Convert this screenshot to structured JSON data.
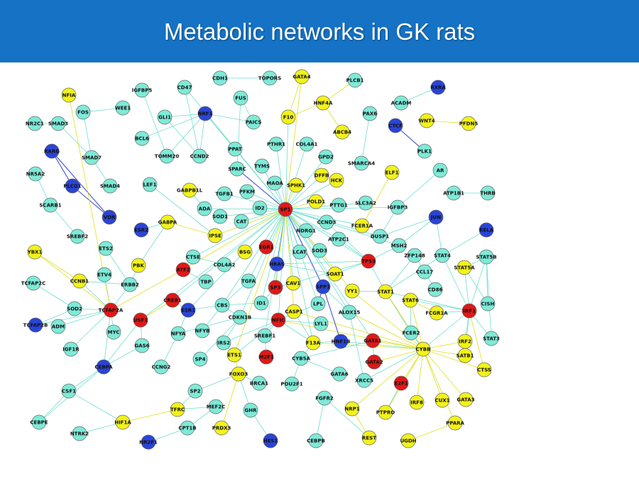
{
  "title": "Metabolic networks in GK rats",
  "colors": {
    "header": "#1572c4",
    "cyan": "#7eead8",
    "yellow": "#f2f21a",
    "red": "#e01818",
    "blue": "#2a44d6",
    "edge_cyan": "#6fdfd0",
    "edge_yellow": "#e0e020",
    "edge_blue": "#3344cc"
  },
  "nodes": [
    {
      "id": "CDH1",
      "c": "cyan"
    },
    {
      "id": "TOPORS",
      "c": "cyan"
    },
    {
      "id": "GATA4",
      "c": "yellow"
    },
    {
      "id": "PLCB1",
      "c": "cyan"
    },
    {
      "id": "NFIA",
      "c": "yellow"
    },
    {
      "id": "IGFBP5",
      "c": "cyan"
    },
    {
      "id": "CD47",
      "c": "cyan"
    },
    {
      "id": "FUS",
      "c": "cyan"
    },
    {
      "id": "HNF4A",
      "c": "yellow"
    },
    {
      "id": "RXRA",
      "c": "blue"
    },
    {
      "id": "ACADM",
      "c": "cyan"
    },
    {
      "id": "PAX6",
      "c": "cyan"
    },
    {
      "id": "NR2C1",
      "c": "cyan"
    },
    {
      "id": "SMAD3",
      "c": "cyan"
    },
    {
      "id": "FOS",
      "c": "cyan"
    },
    {
      "id": "WEE1",
      "c": "cyan"
    },
    {
      "id": "GLI1",
      "c": "cyan"
    },
    {
      "id": "NRF1",
      "c": "blue"
    },
    {
      "id": "PAICS",
      "c": "cyan"
    },
    {
      "id": "F10",
      "c": "yellow"
    },
    {
      "id": "WNT4",
      "c": "yellow"
    },
    {
      "id": "PFDN5",
      "c": "yellow"
    },
    {
      "id": "CTCF",
      "c": "blue"
    },
    {
      "id": "BCL6",
      "c": "cyan"
    },
    {
      "id": "PPAT",
      "c": "cyan"
    },
    {
      "id": "PTHR1",
      "c": "cyan"
    },
    {
      "id": "COL4A1",
      "c": "cyan"
    },
    {
      "id": "ABCB4",
      "c": "yellow"
    },
    {
      "id": "PLK1",
      "c": "cyan"
    },
    {
      "id": "RARG",
      "c": "blue"
    },
    {
      "id": "SMAD7",
      "c": "cyan"
    },
    {
      "id": "TOMM20",
      "c": "cyan"
    },
    {
      "id": "CCND2",
      "c": "cyan"
    },
    {
      "id": "TYMS",
      "c": "cyan"
    },
    {
      "id": "GPD2",
      "c": "cyan"
    },
    {
      "id": "SMARCA4",
      "c": "cyan"
    },
    {
      "id": "SPARC",
      "c": "cyan"
    },
    {
      "id": "NR5A2",
      "c": "cyan"
    },
    {
      "id": "ELF1",
      "c": "yellow"
    },
    {
      "id": "AR",
      "c": "cyan"
    },
    {
      "id": "DFFB",
      "c": "yellow"
    },
    {
      "id": "HCK",
      "c": "yellow"
    },
    {
      "id": "PLCG1",
      "c": "blue"
    },
    {
      "id": "SMAD4",
      "c": "cyan"
    },
    {
      "id": "LEF1",
      "c": "cyan"
    },
    {
      "id": "GABPB1L",
      "c": "yellow"
    },
    {
      "id": "MAOA",
      "c": "cyan"
    },
    {
      "id": "SPHK1",
      "c": "yellow"
    },
    {
      "id": "TGFB1",
      "c": "cyan"
    },
    {
      "id": "PFKM",
      "c": "cyan"
    },
    {
      "id": "ATP1B1",
      "c": "cyan"
    },
    {
      "id": "THRB",
      "c": "cyan"
    },
    {
      "id": "SCARB1",
      "c": "cyan"
    },
    {
      "id": "POLD1",
      "c": "yellow"
    },
    {
      "id": "SLC3A2",
      "c": "cyan"
    },
    {
      "id": "IGFBP3",
      "c": "cyan"
    },
    {
      "id": "ADA",
      "c": "cyan"
    },
    {
      "id": "ID2",
      "c": "cyan"
    },
    {
      "id": "SP1",
      "c": "red"
    },
    {
      "id": "PTTG1",
      "c": "cyan"
    },
    {
      "id": "JUN",
      "c": "blue"
    },
    {
      "id": "VDR",
      "c": "blue"
    },
    {
      "id": "SOD1",
      "c": "cyan"
    },
    {
      "id": "SREBF2",
      "c": "cyan"
    },
    {
      "id": "GABPA",
      "c": "yellow"
    },
    {
      "id": "ESR2",
      "c": "blue"
    },
    {
      "id": "CAT",
      "c": "cyan"
    },
    {
      "id": "CCND3",
      "c": "cyan"
    },
    {
      "id": "FCER1A",
      "c": "yellow"
    },
    {
      "id": "RELA",
      "c": "blue"
    },
    {
      "id": "NDRG1",
      "c": "cyan"
    },
    {
      "id": "DUSP1",
      "c": "cyan"
    },
    {
      "id": "IPSE",
      "c": "yellow"
    },
    {
      "id": "ATP2C1",
      "c": "cyan"
    },
    {
      "id": "ETS2",
      "c": "cyan"
    },
    {
      "id": "EGR1",
      "c": "red"
    },
    {
      "id": "MSH2",
      "c": "cyan"
    },
    {
      "id": "ZFP148",
      "c": "cyan"
    },
    {
      "id": "STAT4",
      "c": "cyan"
    },
    {
      "id": "STAT5B",
      "c": "cyan"
    },
    {
      "id": "YBX1",
      "c": "yellow"
    },
    {
      "id": "BSG",
      "c": "yellow"
    },
    {
      "id": "LCAT",
      "c": "cyan"
    },
    {
      "id": "SOD3",
      "c": "cyan"
    },
    {
      "id": "CTSE",
      "c": "cyan"
    },
    {
      "id": "TP53",
      "c": "red"
    },
    {
      "id": "PBK",
      "c": "yellow"
    },
    {
      "id": "COL4A2",
      "c": "cyan"
    },
    {
      "id": "HRAS",
      "c": "blue"
    },
    {
      "id": "STAT5A",
      "c": "yellow"
    },
    {
      "id": "ATF2",
      "c": "red"
    },
    {
      "id": "CCL17",
      "c": "cyan"
    },
    {
      "id": "ETV4",
      "c": "cyan"
    },
    {
      "id": "TGFA",
      "c": "cyan"
    },
    {
      "id": "SOAT1",
      "c": "yellow"
    },
    {
      "id": "CCNB1",
      "c": "yellow"
    },
    {
      "id": "CAV1",
      "c": "yellow"
    },
    {
      "id": "ERBB2",
      "c": "cyan"
    },
    {
      "id": "TBP",
      "c": "cyan"
    },
    {
      "id": "SPP1",
      "c": "blue"
    },
    {
      "id": "CD86",
      "c": "cyan"
    },
    {
      "id": "TCFAP2C",
      "c": "cyan"
    },
    {
      "id": "SP3",
      "c": "red"
    },
    {
      "id": "YY1",
      "c": "yellow"
    },
    {
      "id": "STAT1",
      "c": "yellow"
    },
    {
      "id": "STAT6",
      "c": "yellow"
    },
    {
      "id": "IRF1",
      "c": "red"
    },
    {
      "id": "CISH",
      "c": "cyan"
    },
    {
      "id": "CREB1",
      "c": "red"
    },
    {
      "id": "SOD2",
      "c": "cyan"
    },
    {
      "id": "TCFAP2A",
      "c": "red"
    },
    {
      "id": "ESR1",
      "c": "blue"
    },
    {
      "id": "CBS",
      "c": "cyan"
    },
    {
      "id": "ID1",
      "c": "cyan"
    },
    {
      "id": "LPL",
      "c": "cyan"
    },
    {
      "id": "CASP1",
      "c": "yellow"
    },
    {
      "id": "ALOX15",
      "c": "cyan"
    },
    {
      "id": "FCGR1A",
      "c": "yellow"
    },
    {
      "id": "TCFAP2B",
      "c": "blue"
    },
    {
      "id": "ADM",
      "c": "cyan"
    },
    {
      "id": "USF1",
      "c": "red"
    },
    {
      "id": "NFYA",
      "c": "cyan"
    },
    {
      "id": "CDKN1B",
      "c": "cyan"
    },
    {
      "id": "NFIC",
      "c": "red"
    },
    {
      "id": "LYL1",
      "c": "cyan"
    },
    {
      "id": "MYC",
      "c": "cyan"
    },
    {
      "id": "NFYB",
      "c": "cyan"
    },
    {
      "id": "FCER2",
      "c": "cyan"
    },
    {
      "id": "STAT3",
      "c": "cyan"
    },
    {
      "id": "SREBF1",
      "c": "cyan"
    },
    {
      "id": "F13A",
      "c": "yellow"
    },
    {
      "id": "GATA1",
      "c": "red"
    },
    {
      "id": "IRF2",
      "c": "yellow"
    },
    {
      "id": "IGF1R",
      "c": "cyan"
    },
    {
      "id": "GAS6",
      "c": "cyan"
    },
    {
      "id": "IRS2",
      "c": "cyan"
    },
    {
      "id": "HNF1B",
      "c": "blue"
    },
    {
      "id": "CYBB",
      "c": "yellow"
    },
    {
      "id": "ETS1",
      "c": "yellow"
    },
    {
      "id": "M2F1",
      "c": "red"
    },
    {
      "id": "CYB5A",
      "c": "cyan"
    },
    {
      "id": "GATA2",
      "c": "red"
    },
    {
      "id": "SATB1",
      "c": "yellow"
    },
    {
      "id": "CEBPA",
      "c": "blue"
    },
    {
      "id": "CCNG2",
      "c": "cyan"
    },
    {
      "id": "SP4",
      "c": "cyan"
    },
    {
      "id": "FOXO3",
      "c": "yellow"
    },
    {
      "id": "CTSS",
      "c": "yellow"
    },
    {
      "id": "BRCA1",
      "c": "cyan"
    },
    {
      "id": "POU2F1",
      "c": "cyan"
    },
    {
      "id": "GATA6",
      "c": "cyan"
    },
    {
      "id": "XRCC5",
      "c": "cyan"
    },
    {
      "id": "E2F1",
      "c": "red"
    },
    {
      "id": "CSF1",
      "c": "cyan"
    },
    {
      "id": "SP2",
      "c": "cyan"
    },
    {
      "id": "FGFR2",
      "c": "cyan"
    },
    {
      "id": "IRF8",
      "c": "yellow"
    },
    {
      "id": "CUX1",
      "c": "yellow"
    },
    {
      "id": "GATA3",
      "c": "yellow"
    },
    {
      "id": "MEF2C",
      "c": "cyan"
    },
    {
      "id": "TFRC",
      "c": "yellow"
    },
    {
      "id": "NRP1",
      "c": "yellow"
    },
    {
      "id": "PTPRO",
      "c": "yellow"
    },
    {
      "id": "GHR",
      "c": "cyan"
    },
    {
      "id": "CEBPE",
      "c": "cyan"
    },
    {
      "id": "HIF1A",
      "c": "yellow"
    },
    {
      "id": "CPT1B",
      "c": "cyan"
    },
    {
      "id": "PRDX3",
      "c": "yellow"
    },
    {
      "id": "PPARA",
      "c": "yellow"
    },
    {
      "id": "NTRK2",
      "c": "cyan"
    },
    {
      "id": "NR2F1",
      "c": "blue"
    },
    {
      "id": "HES1",
      "c": "blue"
    },
    {
      "id": "CEBPB",
      "c": "cyan"
    },
    {
      "id": "REST",
      "c": "yellow"
    },
    {
      "id": "UGDH",
      "c": "yellow"
    }
  ],
  "edges": [
    [
      "SP1",
      "SPARC",
      "blue"
    ],
    [
      "SP1",
      "MAOA"
    ],
    [
      "SP1",
      "SPHK1",
      "yellow"
    ],
    [
      "SP1",
      "GATA4",
      "yellow"
    ],
    [
      "SP1",
      "DFFB"
    ],
    [
      "SP1",
      "HCK"
    ],
    [
      "SP1",
      "POLD1",
      "yellow"
    ],
    [
      "SP1",
      "PTTG1"
    ],
    [
      "SP1",
      "SLC3A2"
    ],
    [
      "SP1",
      "FCER1A"
    ],
    [
      "SP1",
      "DUSP1"
    ],
    [
      "SP1",
      "CCND3"
    ],
    [
      "SP1",
      "NDRG1"
    ],
    [
      "SP1",
      "ATP2C1"
    ],
    [
      "SP1",
      "SOD3"
    ],
    [
      "SP1",
      "LCAT"
    ],
    [
      "SP1",
      "HRAS",
      "blue"
    ],
    [
      "SP1",
      "SPP1",
      "blue"
    ],
    [
      "SP1",
      "CAV1"
    ],
    [
      "SP1",
      "SP3",
      "yellow"
    ],
    [
      "SP1",
      "ID2"
    ],
    [
      "SP1",
      "CAT"
    ],
    [
      "SP1",
      "SOD1"
    ],
    [
      "SP1",
      "ADA"
    ],
    [
      "SP1",
      "IPSE",
      "yellow"
    ],
    [
      "SP1",
      "BSG"
    ],
    [
      "SP1",
      "EGR1"
    ],
    [
      "SP1",
      "TGFA"
    ],
    [
      "SP1",
      "CTSE"
    ],
    [
      "SP1",
      "ATF2",
      "yellow"
    ],
    [
      "SP1",
      "TP53"
    ],
    [
      "SP1",
      "SOAT1"
    ],
    [
      "SP1",
      "CDKN1B"
    ],
    [
      "SP1",
      "NFIC"
    ],
    [
      "SP1",
      "ID1"
    ],
    [
      "SP1",
      "CBS"
    ],
    [
      "SP1",
      "PFKM"
    ],
    [
      "SP1",
      "TGFB1"
    ],
    [
      "SP1",
      "TYMS"
    ],
    [
      "SP1",
      "PTHR1"
    ],
    [
      "SP1",
      "COL4A1"
    ],
    [
      "SP1",
      "GPD2"
    ],
    [
      "SP1",
      "CASP1",
      "yellow"
    ],
    [
      "SP1",
      "LPL"
    ],
    [
      "SP1",
      "IGFBP3"
    ],
    [
      "SP1",
      "ESR1"
    ],
    [
      "SP1",
      "USF1"
    ],
    [
      "SP1",
      "CREB1"
    ],
    [
      "SP1",
      "YY1",
      "yellow"
    ],
    [
      "SP1",
      "F13A"
    ],
    [
      "SP1",
      "ALOX15"
    ],
    [
      "SP1",
      "CD47"
    ],
    [
      "SP1",
      "NRF1"
    ],
    [
      "SP1",
      "F10"
    ],
    [
      "SP1",
      "SREBF1"
    ],
    [
      "SP1",
      "ETS1",
      "yellow"
    ],
    [
      "SP1",
      "GATA1"
    ],
    [
      "SP1",
      "MSH2"
    ],
    [
      "SP1",
      "PPAT"
    ],
    [
      "TOPORS",
      "CDH1"
    ],
    [
      "HNF4A",
      "F10",
      "yellow"
    ],
    [
      "HNF4A",
      "ABCB4",
      "yellow"
    ],
    [
      "HNF4A",
      "PLCB1",
      "yellow"
    ],
    [
      "GATA4",
      "F10",
      "yellow"
    ],
    [
      "RXRA",
      "ACADM"
    ],
    [
      "CTCF",
      "PLK1",
      "blue"
    ],
    [
      "WNT4",
      "PFDN5",
      "yellow"
    ],
    [
      "PAX6",
      "SMARCA4"
    ],
    [
      "FOS",
      "WEE1"
    ],
    [
      "NR2C1",
      "SMAD3"
    ],
    [
      "SMAD3",
      "SMAD7"
    ],
    [
      "SMAD7",
      "FOS"
    ],
    [
      "SMAD7",
      "SMAD4"
    ],
    [
      "RARG",
      "PLCG1",
      "blue"
    ],
    [
      "VDR",
      "PLCG1",
      "blue"
    ],
    [
      "VDR",
      "RARG",
      "blue"
    ],
    [
      "NR5A2",
      "SCARB1"
    ],
    [
      "SCARB1",
      "SREBF2"
    ],
    [
      "NRF1",
      "TOMM20"
    ],
    [
      "NRF1",
      "CCND2"
    ],
    [
      "NRF1",
      "PAICS"
    ],
    [
      "NRF1",
      "PPAT"
    ],
    [
      "NRF1",
      "BCL6"
    ],
    [
      "NRF1",
      "GLI1"
    ],
    [
      "GLI1",
      "CCND2"
    ],
    [
      "IGFBP5",
      "TOMM20"
    ],
    [
      "CD47",
      "CCND2"
    ],
    [
      "FUS",
      "PAICS"
    ],
    [
      "FUS",
      "SPARC"
    ],
    [
      "GABPB1L",
      "ADA"
    ],
    [
      "LEF1",
      "IPSE"
    ],
    [
      "GABPA",
      "IPSE",
      "yellow"
    ],
    [
      "GABPA",
      "ESR2"
    ],
    [
      "GABPA",
      "PBK"
    ],
    [
      "ELF1",
      "FCER1A",
      "yellow"
    ],
    [
      "AR",
      "IGFBP3"
    ],
    [
      "JUN",
      "STAT4"
    ],
    [
      "JUN",
      "DUSP1"
    ],
    [
      "JUN",
      "MSH2"
    ],
    [
      "RELA",
      "STAT4"
    ],
    [
      "ATP1B1",
      "THRB"
    ],
    [
      "IGFBP3",
      "DUSP1"
    ],
    [
      "SLC3A2",
      "PTTG1"
    ],
    [
      "TP53",
      "HRAS"
    ],
    [
      "TP53",
      "CCND3"
    ],
    [
      "TP53",
      "MSH2"
    ],
    [
      "TP53",
      "SOAT1"
    ],
    [
      "TP53",
      "STAT1"
    ],
    [
      "TP53",
      "ATP2C1"
    ],
    [
      "TP53",
      "CAV1"
    ],
    [
      "STAT1",
      "IRF1"
    ],
    [
      "STAT1",
      "FCER2"
    ],
    [
      "STAT1",
      "YY1"
    ],
    [
      "STAT1",
      "CYBB",
      "yellow"
    ],
    [
      "STAT6",
      "FCER2"
    ],
    [
      "STAT6",
      "FCGR1A",
      "yellow"
    ],
    [
      "STAT6",
      "CYBB",
      "yellow"
    ],
    [
      "STAT6",
      "IRF1"
    ],
    [
      "STAT5A",
      "IRF1"
    ],
    [
      "STAT5A",
      "CISH"
    ],
    [
      "STAT5A",
      "STAT5B"
    ],
    [
      "STAT5B",
      "CISH"
    ],
    [
      "STAT5B",
      "STAT3"
    ],
    [
      "STAT5B",
      "IRF1"
    ],
    [
      "IRF1",
      "CTSS",
      "yellow"
    ],
    [
      "IRF1",
      "CYBB"
    ],
    [
      "IRF1",
      "STAT3"
    ],
    [
      "IRF1",
      "FCGR1A"
    ],
    [
      "IRF1",
      "IRF2"
    ],
    [
      "IRF1",
      "SATB1"
    ],
    [
      "ZFP148",
      "CCL17"
    ],
    [
      "ZFP148",
      "STAT1"
    ],
    [
      "STAT4",
      "STAT1"
    ],
    [
      "STAT4",
      "IRF1"
    ],
    [
      "CCL17",
      "CD86"
    ],
    [
      "CYBB",
      "IRF2",
      "yellow"
    ],
    [
      "CYBB",
      "SATB1",
      "yellow"
    ],
    [
      "CYBB",
      "CTSS",
      "yellow"
    ],
    [
      "CYBB",
      "IRF8",
      "yellow"
    ],
    [
      "CYBB",
      "CUX1",
      "yellow"
    ],
    [
      "CYBB",
      "GATA3",
      "yellow"
    ],
    [
      "CYBB",
      "PPARA",
      "yellow"
    ],
    [
      "CYBB",
      "GATA2",
      "yellow"
    ],
    [
      "CYBB",
      "GATA1",
      "yellow"
    ],
    [
      "CYBB",
      "PTPRO",
      "yellow"
    ],
    [
      "CYBB",
      "E2F1",
      "yellow"
    ],
    [
      "CYBB",
      "NRP1",
      "yellow"
    ],
    [
      "CYBB",
      "ALOX15",
      "yellow"
    ],
    [
      "CYBB",
      "CASP1",
      "yellow"
    ],
    [
      "CYBB",
      "YY1",
      "yellow"
    ],
    [
      "CYBB",
      "F13A",
      "yellow"
    ],
    [
      "CYBB",
      "NFIC",
      "yellow"
    ],
    [
      "CYBB",
      "FCER2"
    ],
    [
      "CYBB",
      "HNF1B"
    ],
    [
      "CYBB",
      "XRCC5"
    ],
    [
      "E2F1",
      "PTPRO"
    ],
    [
      "NRP1",
      "REST",
      "yellow"
    ],
    [
      "PPARA",
      "UGDH",
      "yellow"
    ],
    [
      "REST",
      "FGFR2"
    ],
    [
      "TCFAP2A",
      "SOD2"
    ],
    [
      "TCFAP2A",
      "ERBB2"
    ],
    [
      "TCFAP2A",
      "CCNB1"
    ],
    [
      "TCFAP2A",
      "ADM"
    ],
    [
      "TCFAP2A",
      "MYC"
    ],
    [
      "TCFAP2A",
      "IGF1R"
    ],
    [
      "TCFAP2A",
      "CEBPA"
    ],
    [
      "TCFAP2A",
      "ETV4"
    ],
    [
      "TCFAP2A",
      "ATF2",
      "yellow"
    ],
    [
      "TCFAP2A",
      "NFIA",
      "yellow"
    ],
    [
      "TCFAP2A",
      "YBX1",
      "yellow"
    ],
    [
      "TCFAP2A",
      "TCFAP2B"
    ],
    [
      "TCFAP2C",
      "SOD2"
    ],
    [
      "TCFAP2B",
      "SOD2"
    ],
    [
      "YBX1",
      "CCNB1",
      "yellow"
    ],
    [
      "ETS2",
      "ERBB2"
    ],
    [
      "PBK",
      "ERBB2"
    ],
    [
      "CCNB1",
      "ERBB2"
    ],
    [
      "USF1",
      "CEBPA"
    ],
    [
      "USF1",
      "GAS6"
    ],
    [
      "USF1",
      "CREB1",
      "yellow"
    ],
    [
      "CREB1",
      "ESR1"
    ],
    [
      "ESR1",
      "CBS"
    ],
    [
      "ESR1",
      "NFYA"
    ],
    [
      "CBS",
      "CDKN1B"
    ],
    [
      "CBS",
      "TGFA"
    ],
    [
      "CBS",
      "NFYB"
    ],
    [
      "CBS",
      "ID1"
    ],
    [
      "ATF2",
      "TBP"
    ],
    [
      "ATF2",
      "CTSE"
    ],
    [
      "CTSE",
      "COL4A2"
    ],
    [
      "SP3",
      "CAV1"
    ],
    [
      "SP3",
      "HRAS"
    ],
    [
      "SP3",
      "ID1"
    ],
    [
      "SPP1",
      "LPL",
      "blue"
    ],
    [
      "SPP1",
      "HNF1B",
      "blue"
    ],
    [
      "SPP1",
      "ALOX15"
    ],
    [
      "HRAS",
      "SOAT1"
    ],
    [
      "NFIC",
      "LPL"
    ],
    [
      "NFIC",
      "LYL1"
    ],
    [
      "NFIC",
      "CDKN1B"
    ],
    [
      "NFIC",
      "F13A"
    ],
    [
      "NFIC",
      "IRS2"
    ],
    [
      "NFIC",
      "ETS1"
    ],
    [
      "NFIC",
      "SREBF1"
    ],
    [
      "CASP1",
      "F13A"
    ],
    [
      "HNF1B",
      "F13A"
    ],
    [
      "F13A",
      "CYB5A"
    ],
    [
      "GATA1",
      "CYB5A"
    ],
    [
      "GATA1",
      "GATA2"
    ],
    [
      "GATA6",
      "CYB5A"
    ],
    [
      "POU2F1",
      "CYB5A"
    ],
    [
      "M2F1",
      "SREBF1"
    ],
    [
      "ETS1",
      "IRS2"
    ],
    [
      "ETS1",
      "FOXO3",
      "yellow"
    ],
    [
      "IRS2",
      "CDKN1B"
    ],
    [
      "FOXO3",
      "BRCA1"
    ],
    [
      "FOXO3",
      "GHR"
    ],
    [
      "FOXO3",
      "PRDX3",
      "yellow"
    ],
    [
      "FOXO3",
      "SP2"
    ],
    [
      "SP2",
      "TFRC"
    ],
    [
      "TFRC",
      "HIF1A",
      "yellow"
    ],
    [
      "TFRC",
      "MEF2C"
    ],
    [
      "MEF2C",
      "CPT1B"
    ],
    [
      "HIF1A",
      "NTRK2"
    ],
    [
      "HIF1A",
      "CSF1"
    ],
    [
      "CEBPA",
      "CSF1"
    ],
    [
      "CEBPA",
      "CEBPE"
    ],
    [
      "CEBPA",
      "GAS6"
    ],
    [
      "CSF1",
      "CEBPE"
    ],
    [
      "NR2F1",
      "CPT1B"
    ],
    [
      "HES1",
      "GHR"
    ],
    [
      "CEBPB",
      "FGFR2"
    ],
    [
      "SP4",
      "CDKN1B"
    ],
    [
      "CCNG2",
      "NFYA"
    ],
    [
      "NFYA",
      "CDKN1B"
    ],
    [
      "XRCC5",
      "ALOX15"
    ]
  ]
}
